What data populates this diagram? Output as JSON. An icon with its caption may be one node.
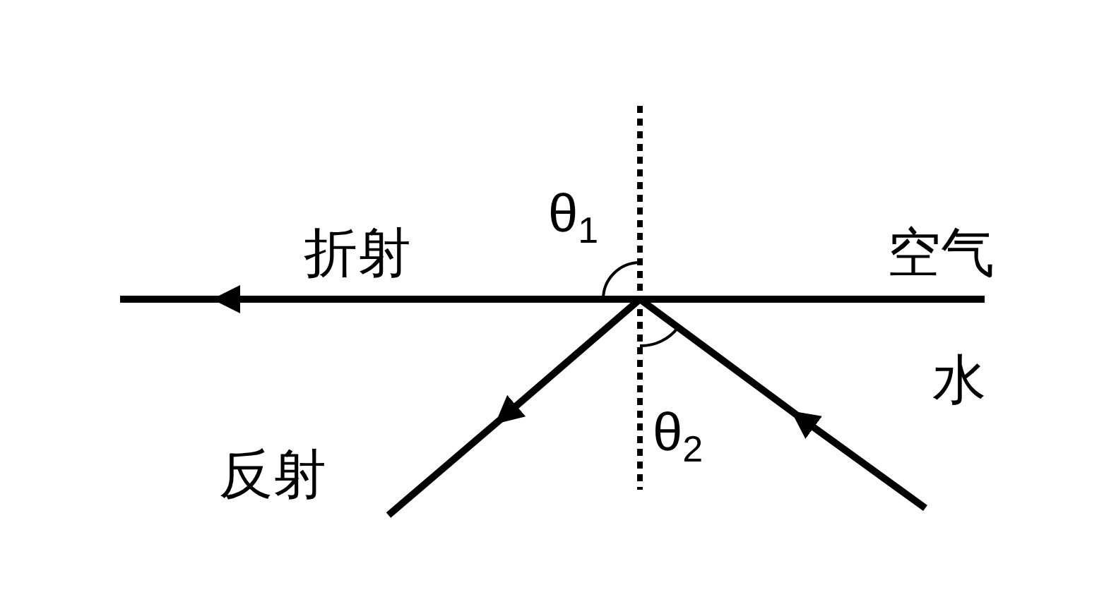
{
  "diagram": {
    "labels": [
      "θ$_{1}$",
      "折射",
      "空气",
      "水",
      "θ$_{2}$",
      "反射"
    ]
  }
}
